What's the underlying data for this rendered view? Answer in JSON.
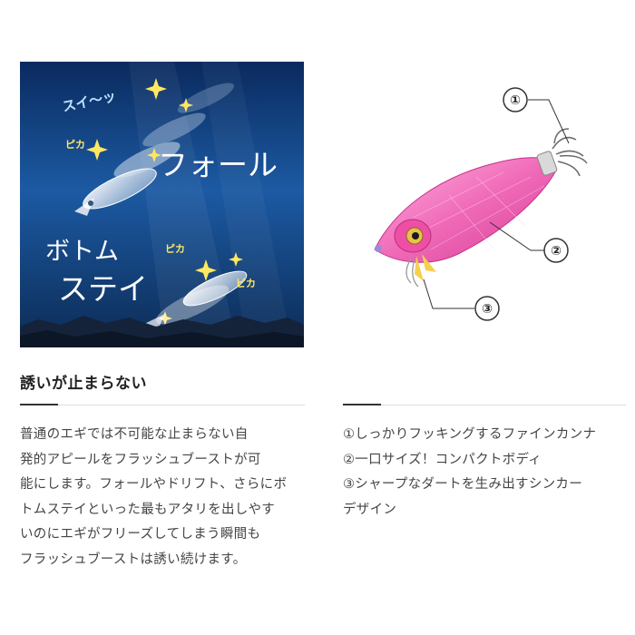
{
  "illustration": {
    "motion_text": "スイ～ッ",
    "flash_label": "ピカ",
    "fall_label": "フォール",
    "bottom_line1": "ボトム",
    "bottom_line2": "ステイ"
  },
  "product_image": {
    "callouts": [
      "①",
      "②",
      "③"
    ]
  },
  "section": {
    "heading": "誘いが止まらない",
    "body": "普通のエギでは不可能な止まらない自\n発的アピールをフラッシュブーストが可\n能にします。フォールやドリフト、さらにボ\nトムステイといった最もアタリを出しやす\nいのにエギがフリーズしてしまう瞬間も\nフラッシュブーストは誘い続けます。"
  },
  "features": [
    "①しっかりフッキングするファインカンナ",
    "②一口サイズ！コンパクトボディ",
    "③シャープなダートを生み出すシンカー\nデザイン"
  ]
}
